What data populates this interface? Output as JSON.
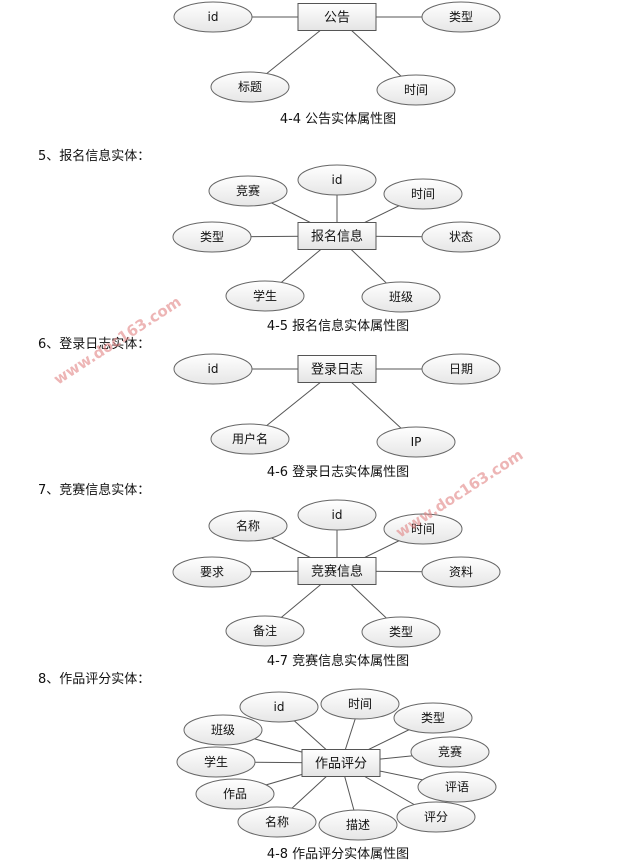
{
  "styles": {
    "entity_fill_top": "#ffffff",
    "entity_fill_bottom": "#e4e4e4",
    "attr_fill_top": "#ffffff",
    "attr_fill_bottom": "#e6e6e6",
    "watermark_color": "#e07a7a"
  },
  "captions": {
    "fig_4_4": "4-4 公告实体属性图",
    "fig_4_5": "4-5 报名信息实体属性图",
    "fig_4_6": "4-6 登录日志实体属性图",
    "fig_4_7": "4-7 竞赛信息实体属性图",
    "fig_4_8": "4-8 作品评分实体属性图"
  },
  "headings": {
    "h5": "5、报名信息实体：",
    "h6": "6、登录日志实体：",
    "h7": "7、竞赛信息实体：",
    "h8": "8、作品评分实体："
  },
  "diagrams": {
    "announcement": {
      "entity": "公告",
      "attributes": [
        "id",
        "类型",
        "标题",
        "时间"
      ]
    },
    "registration": {
      "entity": "报名信息",
      "attributes": [
        "竞赛",
        "id",
        "时间",
        "类型",
        "状态",
        "学生",
        "班级"
      ]
    },
    "login_log": {
      "entity": "登录日志",
      "attributes": [
        "id",
        "日期",
        "用户名",
        "IP"
      ]
    },
    "competition": {
      "entity": "竞赛信息",
      "attributes": [
        "名称",
        "id",
        "时间",
        "要求",
        "资料",
        "备注",
        "类型"
      ]
    },
    "work_score": {
      "entity": "作品评分",
      "attributes": [
        "id",
        "时间",
        "班级",
        "类型",
        "竞赛",
        "学生",
        "评语",
        "作品",
        "评分",
        "名称",
        "描述"
      ]
    }
  },
  "watermark": "www.doc163.com"
}
